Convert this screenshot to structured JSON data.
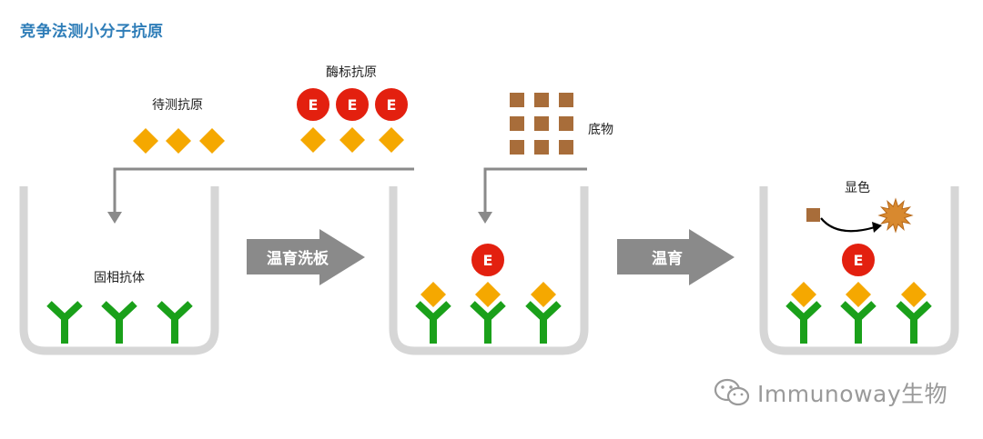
{
  "title": "竞争法测小分子抗原",
  "labels": {
    "test_antigen": "待测抗原",
    "enzyme_antigen": "酶标抗原",
    "substrate": "底物",
    "coated_antibody": "固相抗体",
    "color": "显色"
  },
  "steps": {
    "step1": "温育洗板",
    "step2": "温育"
  },
  "enzyme_letter": "E",
  "watermark": {
    "text": "Immunoway生物"
  },
  "colors": {
    "title": "#2e7db8",
    "antigen": "#f5a800",
    "enzyme": "#e3200f",
    "antibody": "#1aa01a",
    "substrate": "#a86d3a",
    "well": "#d6d6d6",
    "arrow": "#8a8a8a"
  }
}
